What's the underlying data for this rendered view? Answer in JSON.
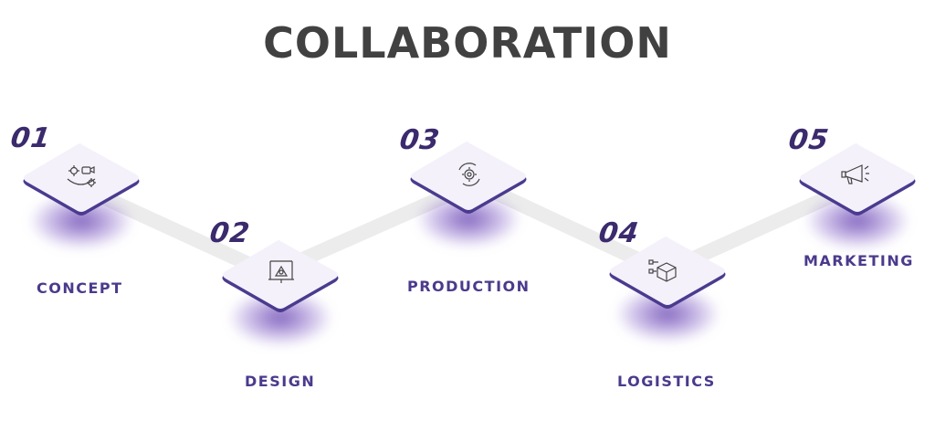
{
  "title": "COLLABORATION",
  "steps": [
    {
      "number": "01",
      "label": "CONCEPT",
      "icon": "concept-icon"
    },
    {
      "number": "02",
      "label": "DESIGN",
      "icon": "design-icon"
    },
    {
      "number": "03",
      "label": "PRODUCTION",
      "icon": "production-icon"
    },
    {
      "number": "04",
      "label": "LOGISTICS",
      "icon": "logistics-icon"
    },
    {
      "number": "05",
      "label": "MARKETING",
      "icon": "marketing-icon"
    }
  ],
  "colors": {
    "title": "#414141",
    "label": "#4b3a8c",
    "number": "#3b2a6d",
    "tile": "#f4f1fb",
    "tile_edge": "#4a3b8f",
    "connector": "#ebebeb"
  }
}
